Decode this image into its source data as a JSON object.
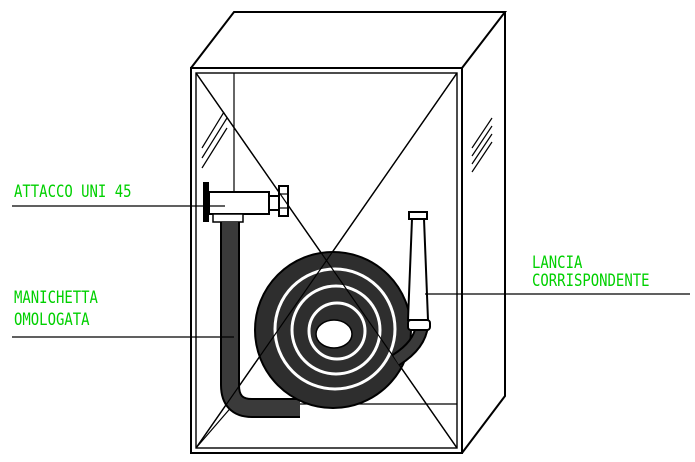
{
  "labels": {
    "attacco": "ATTACCO UNI 45",
    "manichetta_line1": "MANICHETTA",
    "manichetta_line2": "OMOLOGATA",
    "lancia_line1": "LANCIA",
    "lancia_line2": "CORRISPONDENTE"
  },
  "colors": {
    "label_text": "#00d000",
    "line": "#000000",
    "hose_fill": "#333333",
    "background": "#ffffff"
  },
  "icons": {
    "cabinet": "hose-cabinet-icon",
    "valve": "valve-icon",
    "hose": "coiled-hose-icon",
    "nozzle": "nozzle-icon"
  }
}
